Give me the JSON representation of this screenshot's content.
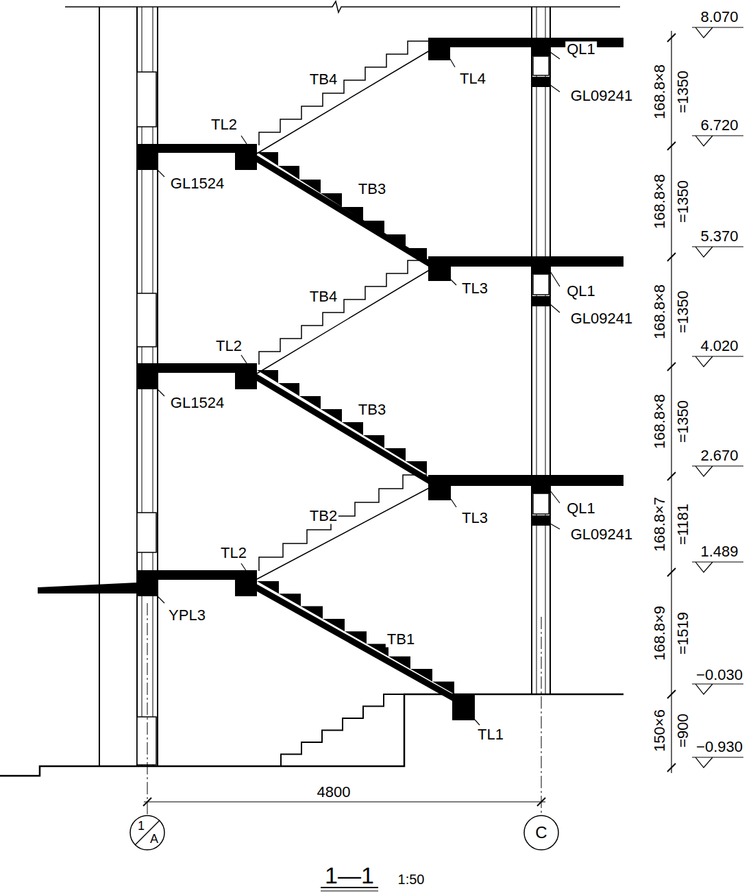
{
  "diagram": {
    "title": "1—1",
    "labels": [
      "8.070",
      "QL1",
      "GL09241",
      "168.8×8",
      "=1350",
      "TB4",
      "TL4",
      "6.720",
      "TL2",
      "GL1524",
      "TB3",
      "168.8×8",
      "=1350",
      "5.370",
      "TB4",
      "TL3",
      "QL1",
      "GL09241",
      "168.8×8",
      "=1350",
      "4.020",
      "TL2",
      "GL1524",
      "TB3",
      "168.8×8",
      "=1350",
      "2.670",
      "TB2",
      "TL3",
      "QL1",
      "GL09241",
      "168.8×7",
      "=1181",
      "1.489",
      "TL2",
      "YPL3",
      "TB1",
      "168.8×9",
      "=1519",
      "−0.030",
      "TL1",
      "150×6",
      "=900",
      "−0.930",
      "4800",
      "1",
      "A",
      "C",
      "1:50"
    ]
  }
}
